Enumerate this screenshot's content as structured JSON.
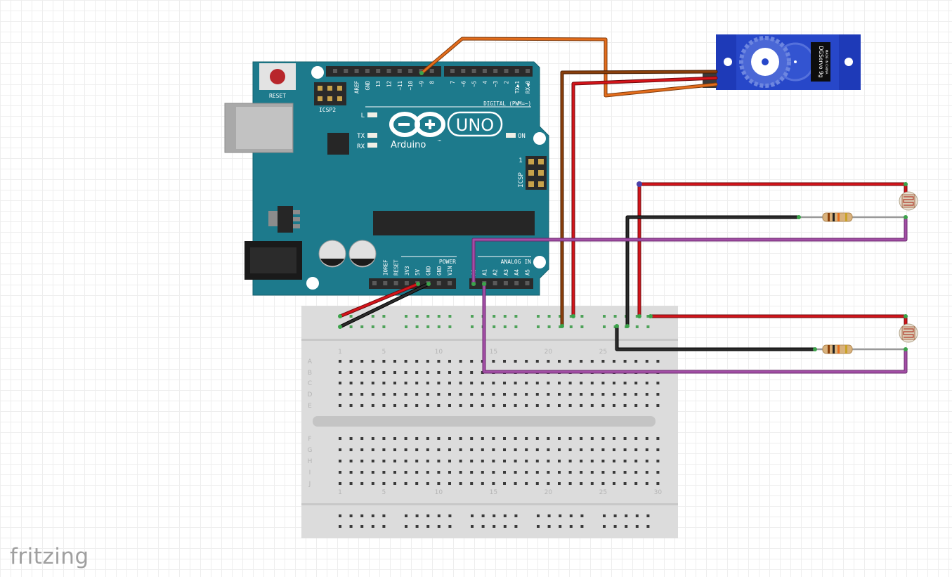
{
  "app": {
    "logo_text": "fritzing"
  },
  "arduino": {
    "reset_label": "RESET",
    "icsp2_label": "ICSP2",
    "icsp_label": "ICSP",
    "icsp_pin1_label": "1",
    "digital_label": "DIGITAL (PWM=~)",
    "led_l_label": "L",
    "led_tx_label": "TX",
    "led_rx_label": "RX",
    "on_label": "ON",
    "brand_label": "Arduino",
    "trademark": "™",
    "model_label": "UNO",
    "power_label": "POWER",
    "analog_label": "ANALOG IN",
    "digital_pins": [
      "AREF",
      "GND",
      "13",
      "12",
      "~11",
      "~10",
      "~9",
      "8",
      "7",
      "~6",
      "~5",
      "4",
      "~3",
      "2",
      "TX▶1",
      "RX◀0"
    ],
    "power_pins": [
      "IOREF",
      "RESET",
      "3V3",
      "5V",
      "GND",
      "GND",
      "VIN"
    ],
    "analog_pins": [
      "A0",
      "A1",
      "A2",
      "A3",
      "A4",
      "A5"
    ]
  },
  "servo": {
    "model_label": "DGServo 9g",
    "made_label": "MADE IN CHINA"
  },
  "breadboard": {
    "row_letters_top": [
      "A",
      "B",
      "C",
      "D",
      "E"
    ],
    "row_letters_bottom": [
      "F",
      "G",
      "H",
      "I",
      "J"
    ],
    "column_numbers_top": [
      "1",
      "5",
      "10",
      "15",
      "20",
      "25"
    ],
    "column_numbers_bottom": [
      "1",
      "5",
      "10",
      "15",
      "20",
      "25",
      "30"
    ]
  },
  "colors": {
    "arduino_board": "#1d7a8c",
    "wire_red": "#d5141a",
    "wire_black": "#1f1f1f",
    "wire_orange": "#e46d1c",
    "wire_brown": "#8a3f0b",
    "wire_purple": "#a34ea6",
    "servo_body": "#1e3ab8"
  }
}
